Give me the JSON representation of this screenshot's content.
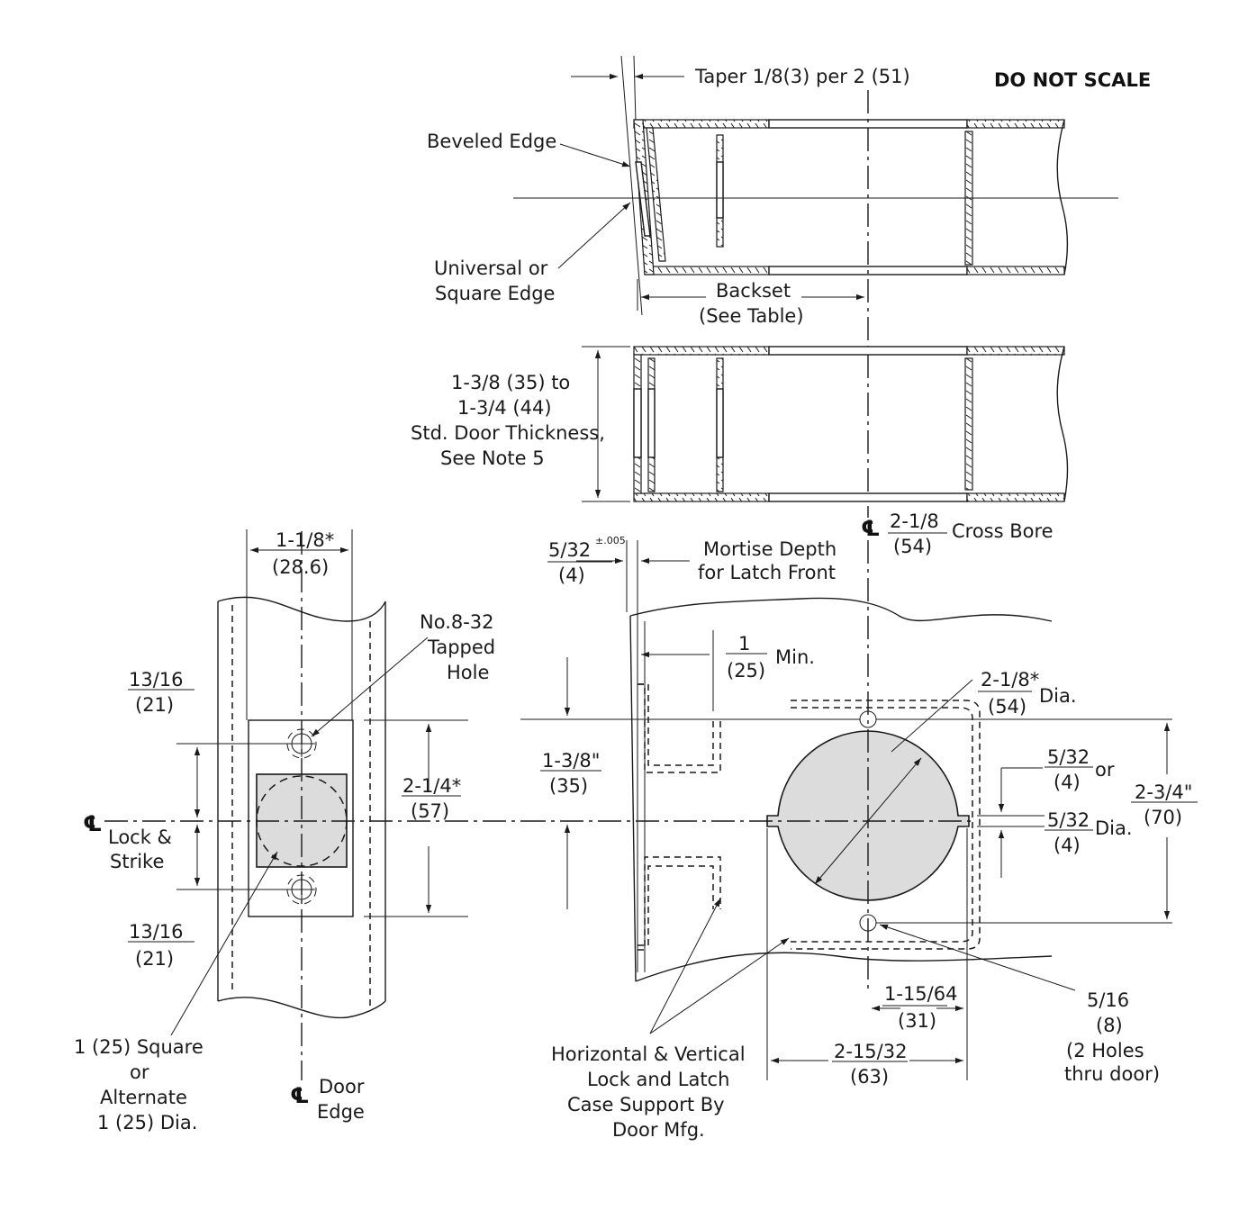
{
  "header": {
    "do_not_scale": "DO NOT SCALE"
  },
  "top_view": {
    "taper": "Taper 1/8(3) per 2 (51)",
    "beveled_edge": "Beveled Edge",
    "universal_edge_1": "Universal or",
    "universal_edge_2": "Square Edge",
    "backset_1": "Backset",
    "backset_2": "(See Table)"
  },
  "door_section": {
    "thickness_1": "1-3/8 (35) to",
    "thickness_2": "1-3/4 (44)",
    "thickness_3": "Std. Door Thickness,",
    "thickness_4": "See Note 5",
    "cl_symbol": "℄",
    "cross_bore_num": "2-1/8",
    "cross_bore_den": "(54)",
    "cross_bore_label": "Cross Bore"
  },
  "edge_view": {
    "width_num": "1-1/8*",
    "width_den": "(28.6)",
    "tapped_1": "No.8-32",
    "tapped_2": "Tapped",
    "tapped_3": "Hole",
    "upper_num": "13/16",
    "upper_den": "(21)",
    "lower_num": "13/16",
    "lower_den": "(21)",
    "height_num": "2-1/4*",
    "height_den": "(57)",
    "cl_symbol": "℄",
    "lock_strike_1": "Lock &",
    "lock_strike_2": "Strike",
    "square_1": "1 (25) Square",
    "square_2": "or",
    "square_3": "Alternate",
    "square_4": "1 (25) Dia.",
    "door_edge_cl": "℄",
    "door_edge_1": "Door",
    "door_edge_2": "Edge"
  },
  "face_view": {
    "mortise_num": "5/32",
    "mortise_tol": "±.005",
    "mortise_den": "(4)",
    "mortise_label_1": "Mortise Depth",
    "mortise_label_2": "for Latch Front",
    "min_num": "1",
    "min_den": "(25)",
    "min_label": "Min.",
    "dia_num": "2-1/8*",
    "dia_den": "(54)",
    "dia_label": "Dia.",
    "height_num": "1-3/8\"",
    "height_den": "(35)",
    "slot_num_1": "5/32",
    "slot_den_1": "(4)",
    "slot_or": "or",
    "slot_num_2": "5/32",
    "slot_den_2": "(4)",
    "slot_dia": "Dia.",
    "overall_num": "2-3/4\"",
    "overall_den": "(70)",
    "hole_1": "5/16",
    "hole_2": "(8)",
    "hole_3": "(2 Holes",
    "hole_4": "thru door)",
    "offset_num": "1-15/64",
    "offset_den": "(31)",
    "width_num": "2-15/32",
    "width_den": "(63)",
    "support_1": "Horizontal & Vertical",
    "support_2": "Lock and Latch",
    "support_3": "Case Support By",
    "support_4": "Door Mfg."
  }
}
